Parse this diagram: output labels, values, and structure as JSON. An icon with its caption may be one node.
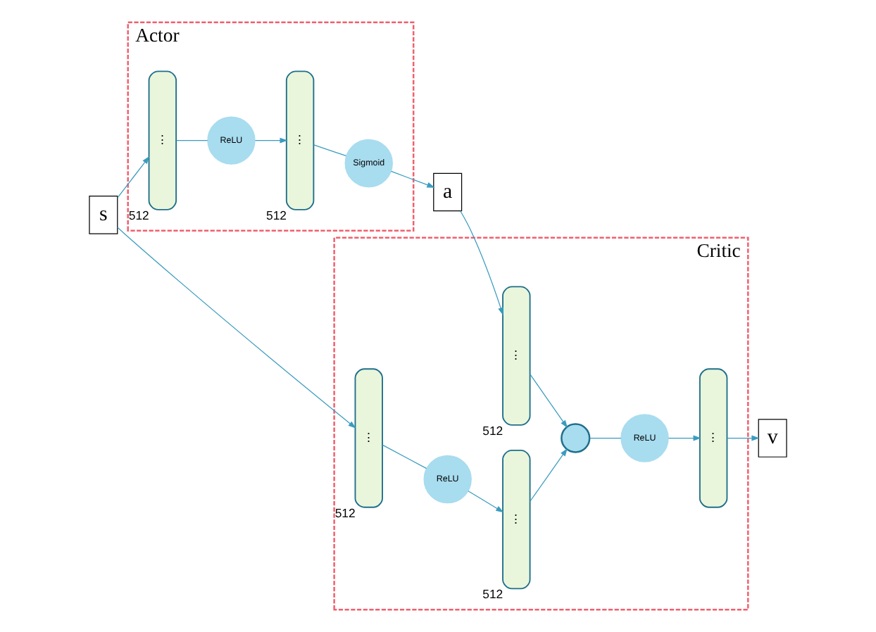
{
  "diagram": {
    "nodes": [
      {
        "text": [
          "Actor"
        ]
      },
      {
        "text": [
          "Critic"
        ]
      },
      {
        "text": [
          "s"
        ]
      },
      {
        "text": [
          "⋮"
        ],
        "beside": [
          "512"
        ],
        "in": 0
      },
      {
        "text": [
          "ReLU"
        ],
        "in": 0
      },
      {
        "text": [
          "⋮"
        ],
        "beside": [
          "512"
        ],
        "in": 0
      },
      {
        "text": [
          "Sigmoid"
        ],
        "in": 0
      },
      {
        "text": [
          "a"
        ]
      },
      {
        "text": [
          "⋮"
        ],
        "beside": [
          "512"
        ],
        "in": 1
      },
      {
        "text": [
          "⋮"
        ],
        "beside": [
          "512"
        ],
        "in": 1
      },
      {
        "text": [
          "ReLU"
        ],
        "in": 1
      },
      {
        "text": [
          "⋮"
        ],
        "beside": [
          "512"
        ],
        "in": 1
      },
      {
        "text": [],
        "shape": "circle",
        "in": 1
      },
      {
        "text": [
          "ReLU"
        ],
        "in": 1
      },
      {
        "text": [
          "⋮"
        ],
        "in": 1
      },
      {
        "text": [
          "v"
        ]
      }
    ],
    "edges": [
      {
        "from": 2,
        "to": 3,
        "arrow": "to"
      },
      {
        "from": 3,
        "to": 4,
        "arrow": "none"
      },
      {
        "from": 4,
        "to": 5,
        "arrow": "to"
      },
      {
        "from": 5,
        "to": 6,
        "arrow": "none"
      },
      {
        "from": 6,
        "to": 7,
        "arrow": "to"
      },
      {
        "from": 7,
        "to": 8,
        "arrow": "to"
      },
      {
        "from": 2,
        "to": 9,
        "arrow": "to"
      },
      {
        "from": 9,
        "to": 10,
        "arrow": "none"
      },
      {
        "from": 10,
        "to": 11,
        "arrow": "to"
      },
      {
        "from": 8,
        "to": 12,
        "arrow": "to"
      },
      {
        "from": 11,
        "to": 12,
        "arrow": "to"
      },
      {
        "from": 12,
        "to": 13,
        "arrow": "none"
      },
      {
        "from": 13,
        "to": 14,
        "arrow": "to"
      },
      {
        "from": 14,
        "to": 15,
        "arrow": "to"
      }
    ]
  }
}
